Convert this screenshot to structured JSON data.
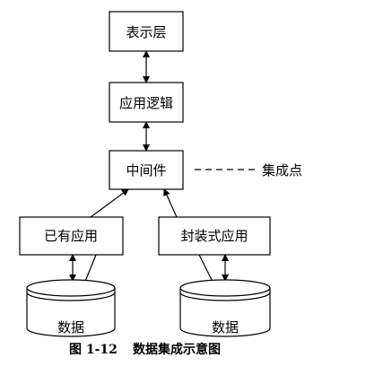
{
  "diagram": {
    "layers": {
      "presentation": "表示层",
      "app_logic": "应用逻辑",
      "middleware": "中间件",
      "existing_app": "已有应用",
      "packaged_app": "封装式应用"
    },
    "integration_point": "集成点",
    "databases": {
      "left": "数据",
      "right": "数据"
    },
    "caption": {
      "number": "图 1-12",
      "title": "数据集成示意图"
    }
  }
}
